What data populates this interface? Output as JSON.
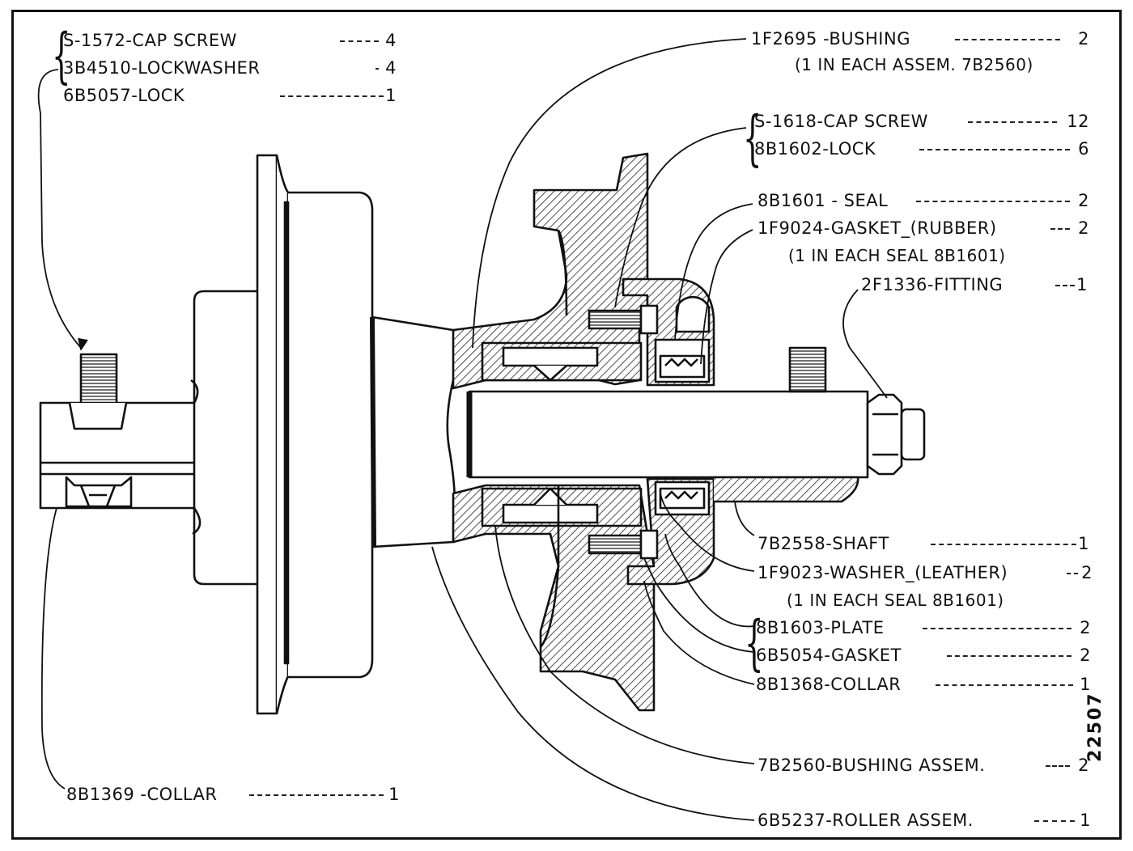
{
  "parts": [
    {
      "id": "cap-screw-s1572",
      "text": "S-1572-CAP SCREW",
      "qty": "4"
    },
    {
      "id": "lockwasher-3b4510",
      "text": "3B4510-LOCKWASHER",
      "qty": "4"
    },
    {
      "id": "lock-6b5057",
      "text": "6B5057-LOCK",
      "qty": "1"
    },
    {
      "id": "bushing-1f2695",
      "text": "1F2695 -BUSHING",
      "qty": "2"
    },
    {
      "id": "bushing-note",
      "text": "(1 IN EACH ASSEM. 7B2560)"
    },
    {
      "id": "cap-screw-s1618",
      "text": "S-1618-CAP SCREW",
      "qty": "12"
    },
    {
      "id": "lock-8b1602",
      "text": "8B1602-LOCK",
      "qty": "6"
    },
    {
      "id": "seal-8b1601",
      "text": "8B1601 - SEAL",
      "qty": "2"
    },
    {
      "id": "gasket-1f9024",
      "text": "1F9024-GASKET_(RUBBER)",
      "qty": "2"
    },
    {
      "id": "gasket-note",
      "text": "(1 IN EACH SEAL 8B1601)"
    },
    {
      "id": "fitting-2f1336",
      "text": "2F1336-FITTING",
      "qty": "1"
    },
    {
      "id": "shaft-7b2558",
      "text": "7B2558-SHAFT",
      "qty": "1"
    },
    {
      "id": "washer-1f9023",
      "text": "1F9023-WASHER_(LEATHER)",
      "qty": "2"
    },
    {
      "id": "washer-note",
      "text": "(1 IN EACH SEAL 8B1601)"
    },
    {
      "id": "plate-8b1603",
      "text": "8B1603-PLATE",
      "qty": "2"
    },
    {
      "id": "gasket-6b5054",
      "text": "6B5054-GASKET",
      "qty": "2"
    },
    {
      "id": "collar-8b1368",
      "text": "8B1368-COLLAR",
      "qty": "1"
    },
    {
      "id": "bushing-assem-7b2560",
      "text": "7B2560-BUSHING ASSEM.",
      "qty": "2"
    },
    {
      "id": "roller-assem-6b5237",
      "text": "6B5237-ROLLER ASSEM.",
      "qty": "1"
    },
    {
      "id": "collar-8b1369",
      "text": "8B1369 -COLLAR",
      "qty": "1"
    }
  ],
  "drawing_number": "22507"
}
